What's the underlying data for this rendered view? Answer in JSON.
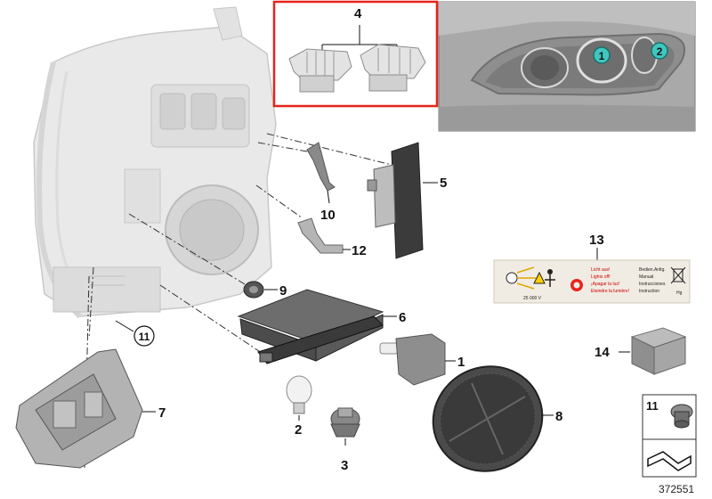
{
  "diagram": {
    "labels": {
      "p1": "1",
      "p2": "2",
      "p3": "3",
      "p4": "4",
      "p5": "5",
      "p6": "6",
      "p7": "7",
      "p8": "8",
      "p9": "9",
      "p10": "10",
      "p11a": "11",
      "p11b": "11",
      "p12": "12",
      "p13": "13",
      "p14": "14"
    },
    "inset_labels": {
      "i1": "1",
      "i2": "2"
    },
    "sticker": {
      "voltage": "25 000 V",
      "col2": [
        "Licht aus!",
        "Lights off!",
        "¡Apagar la luz!",
        "Eteindre la lumière!"
      ],
      "col3": [
        "Bedien.Anltg.",
        "Manual",
        "Instrucciones",
        "Instruction"
      ],
      "hg": "Hg"
    },
    "doc_number": "372551",
    "colors": {
      "highlight_box": "#e8231c",
      "inset_badge": "#3fc7c0"
    }
  }
}
